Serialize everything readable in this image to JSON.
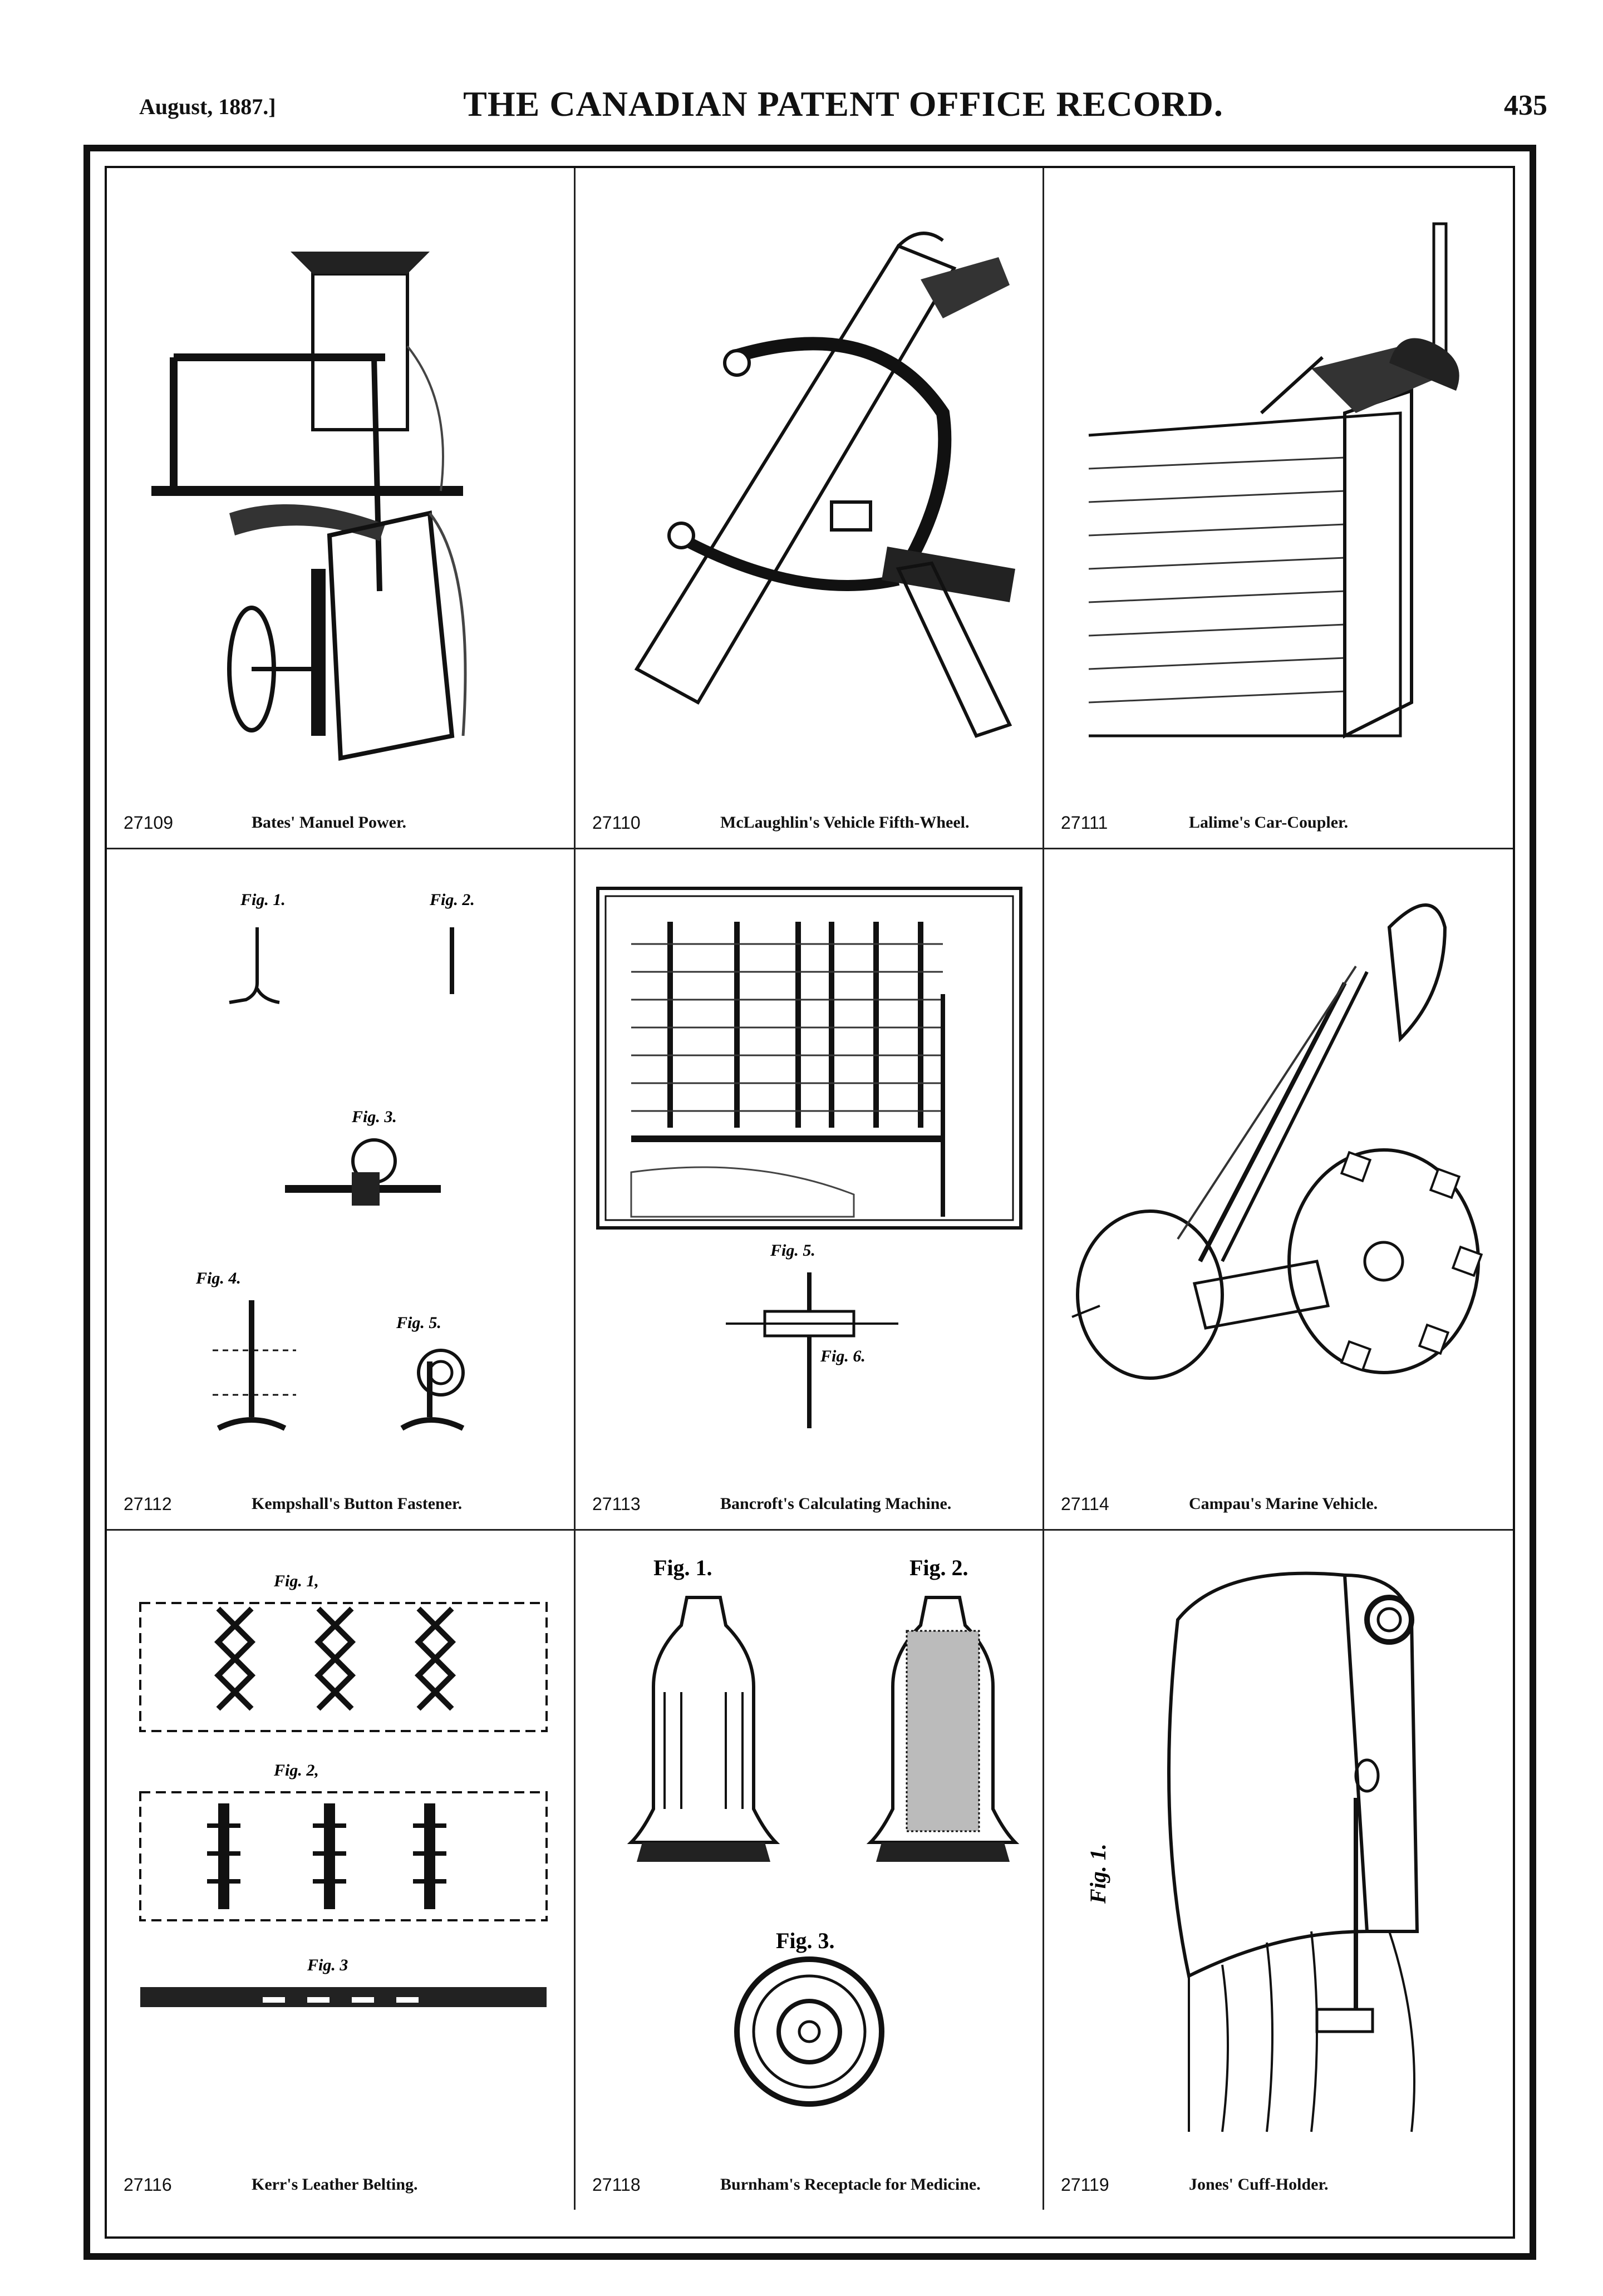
{
  "header": {
    "date": "August, 1887.]",
    "title": "THE CANADIAN PATENT OFFICE RECORD.",
    "page_number": "435"
  },
  "patents": [
    {
      "number": "27109",
      "title": "Bates' Manuel Power."
    },
    {
      "number": "27110",
      "title": "McLaughlin's Vehicle Fifth-Wheel."
    },
    {
      "number": "27111",
      "title": "Lalime's Car-Coupler."
    },
    {
      "number": "27112",
      "title": "Kempshall's Button Fastener."
    },
    {
      "number": "27113",
      "title": "Bancroft's Calculating Machine."
    },
    {
      "number": "27114",
      "title": "Campau's Marine Vehicle."
    },
    {
      "number": "27116",
      "title": "Kerr's Leather Belting."
    },
    {
      "number": "27118",
      "title": "Burnham's Receptacle for Medicine."
    },
    {
      "number": "27119",
      "title": "Jones' Cuff-Holder."
    }
  ],
  "figure_labels": {
    "kempshall": [
      "Fig. 1.",
      "Fig. 2.",
      "Fig. 3.",
      "Fig. 4.",
      "Fig. 5."
    ],
    "bancroft": [
      "Fig. 5.",
      "Fig. 6."
    ],
    "kerr": [
      "Fig. 1,",
      "Fig. 2,",
      "Fig. 3"
    ],
    "burnham": [
      "Fig. 1.",
      "Fig. 2.",
      "Fig. 3."
    ],
    "jones": [
      "Fig. 1."
    ]
  }
}
